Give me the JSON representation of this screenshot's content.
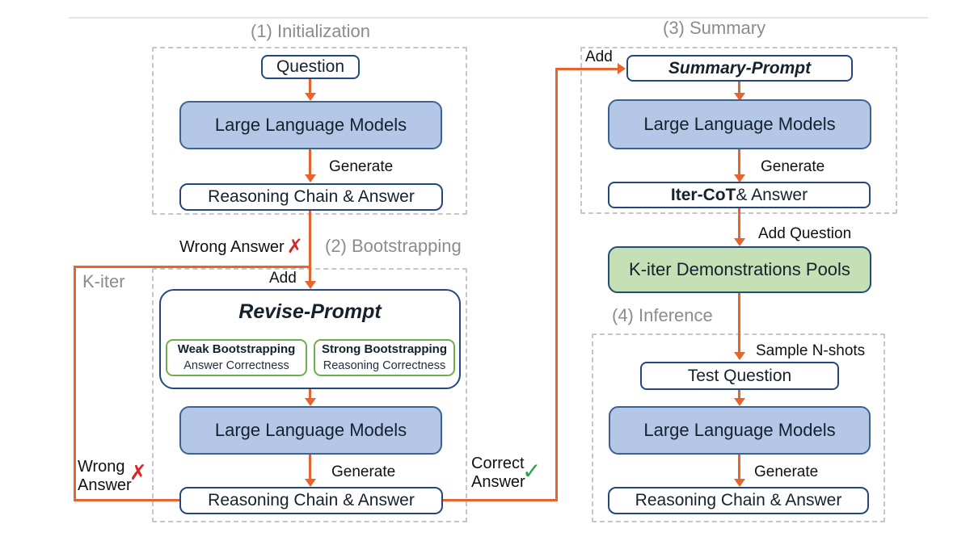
{
  "diagram": {
    "stage_titles": {
      "initialization": "(1) Initialization",
      "bootstrapping": "(2) Bootstrapping",
      "summary": "(3) Summary",
      "inference": "(4) Inference"
    },
    "nodes": {
      "question": "Question",
      "llm": "Large Language Models",
      "reasoning_chain_answer": "Reasoning Chain & Answer",
      "revise_prompt": "Revise-Prompt",
      "weak_bootstrapping": "Weak Bootstrapping",
      "weak_bootstrapping_sub": "Answer Correctness",
      "strong_bootstrapping": "Strong Bootstrapping",
      "strong_bootstrapping_sub": "Reasoning Correctness",
      "summary_prompt": "Summary-Prompt",
      "iter_cot": "Iter-CoT",
      "iter_cot_suffix": " & Answer",
      "demonstrations_pool": "K-iter Demonstrations Pools",
      "test_question": "Test Question"
    },
    "edge_labels": {
      "generate": "Generate",
      "add": "Add",
      "add_question": "Add Question",
      "sample_n_shots": "Sample N-shots",
      "wrong_answer": "Wrong Answer",
      "wrong": "Wrong",
      "answer": "Answer",
      "correct": "Correct",
      "k_iter": "K-iter",
      "cross_mark": "✗",
      "check_mark": "✓"
    },
    "colors": {
      "arrow_orange": "#E8642F",
      "llm_fill": "#B4C7E7",
      "pool_fill": "#C5E0B4",
      "node_border_navy": "#24477E",
      "bootstrap_border_green": "#6FAE4E",
      "dashed_border_gray": "#C6C6C6",
      "stage_title_gray": "#8C8C8C",
      "wrong_red": "#D62828",
      "correct_green": "#27A348"
    }
  }
}
